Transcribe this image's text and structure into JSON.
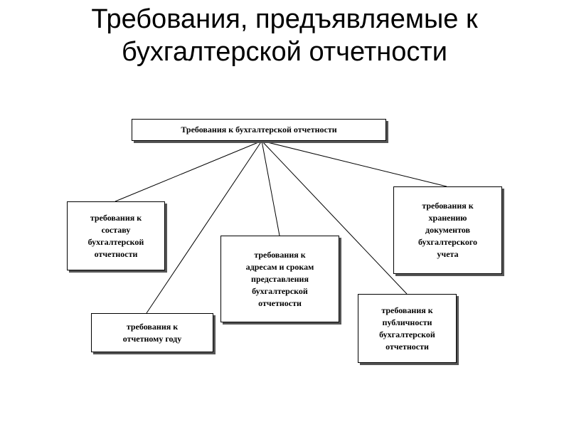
{
  "title": {
    "lines": [
      "Требования, предъявляемые к",
      "бухгалтерской отчетности"
    ]
  },
  "diagram": {
    "root": {
      "label": "Требования к бухгалтерской  отчетности"
    },
    "children": [
      {
        "lines": [
          "требования к",
          "составу",
          "бухгалтерской",
          "отчетности"
        ]
      },
      {
        "lines": [
          "требования к",
          "отчетному году"
        ]
      },
      {
        "lines": [
          "требования к",
          "адресам и срокам",
          "представления",
          "бухгалтерской",
          "отчетности"
        ]
      },
      {
        "lines": [
          "требования к",
          "публичности",
          "бухгалтерской",
          "отчетности"
        ]
      },
      {
        "lines": [
          "требования к",
          "хранению",
          "документов",
          "бухгалтерского",
          "учета"
        ]
      }
    ]
  }
}
